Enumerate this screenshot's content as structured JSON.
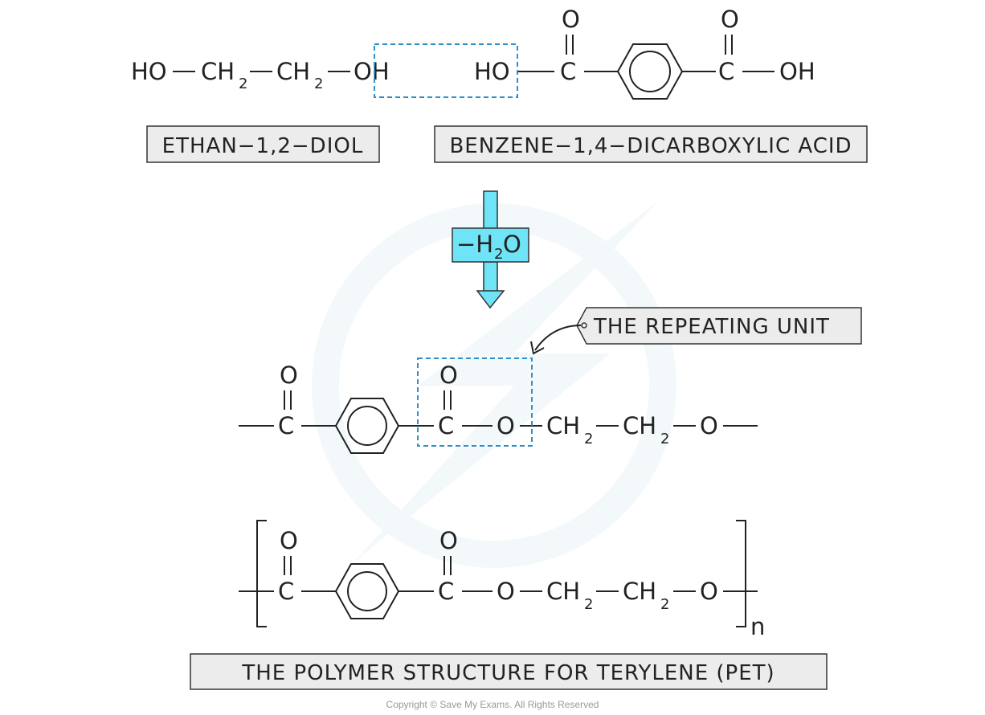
{
  "reactants": {
    "diol": {
      "formula": {
        "ho": "HO",
        "ch": "CH",
        "two": "2",
        "oh": "OH"
      },
      "label": "ETHAN−1,2−DIOL"
    },
    "acid": {
      "formula": {
        "ho": "HO",
        "c": "C",
        "o": "O",
        "oh": "OH"
      },
      "label": "BENZENE−1,4−DICARBOXYLIC  ACID"
    }
  },
  "reaction": {
    "water_minus": "−H",
    "water_sub": "2",
    "water_o": "O"
  },
  "repeating_unit_tag": "THE  REPEATING  UNIT",
  "chain": {
    "c": "C",
    "o": "O",
    "ch": "CH",
    "two": "2"
  },
  "polymer": {
    "c": "C",
    "o": "O",
    "ch": "CH",
    "two": "2",
    "n": "n"
  },
  "caption": "THE  POLYMER  STRUCTURE  FOR  TERYLENE  (PET)",
  "copyright": "Copyright © Save My Exams. All Rights Reserved",
  "colors": {
    "arrow_fill": "#6fe4f6",
    "dashed_box": "#2f8fc9",
    "label_box": "#ececec"
  }
}
